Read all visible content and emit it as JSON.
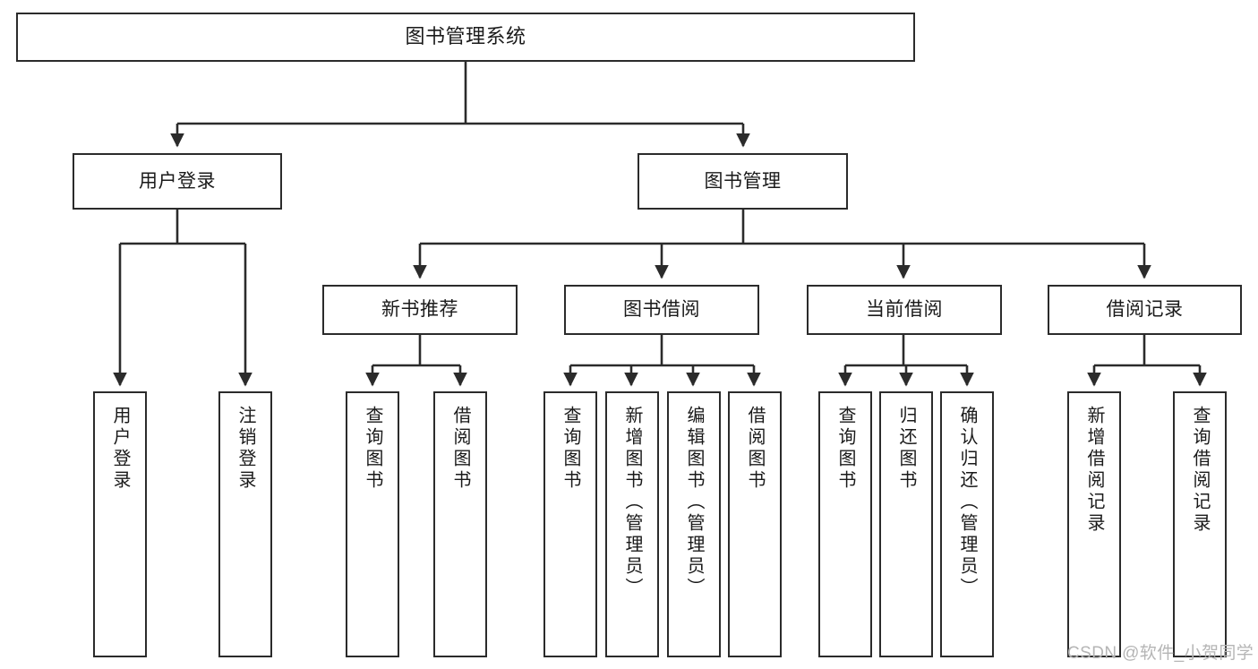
{
  "diagram": {
    "title": "图书管理系统",
    "type": "hierarchy-tree",
    "orientation": "top-down",
    "colors": {
      "stroke": "#2b2b2b",
      "fill": "#ffffff",
      "text": "#1a1a1a",
      "watermark": "#b5b5b5"
    },
    "levels": {
      "root": {
        "label": "图书管理系统"
      },
      "level2": [
        {
          "id": "user-login",
          "label": "用户登录"
        },
        {
          "id": "book-management",
          "label": "图书管理"
        }
      ],
      "level3": [
        {
          "id": "new-book-recommend",
          "label": "新书推荐",
          "parent": "book-management"
        },
        {
          "id": "book-borrow",
          "label": "图书借阅",
          "parent": "book-management"
        },
        {
          "id": "current-borrow",
          "label": "当前借阅",
          "parent": "book-management"
        },
        {
          "id": "borrow-record",
          "label": "借阅记录",
          "parent": "book-management"
        }
      ],
      "leaves": [
        {
          "id": "leaf-user-login",
          "label": "用户登录",
          "parent": "user-login"
        },
        {
          "id": "leaf-logout-login",
          "label": "注销登录",
          "parent": "user-login"
        },
        {
          "id": "leaf-query-book-1",
          "label": "查询图书",
          "parent": "new-book-recommend"
        },
        {
          "id": "leaf-borrow-book-1",
          "label": "借阅图书",
          "parent": "new-book-recommend"
        },
        {
          "id": "leaf-query-book-2",
          "label": "查询图书",
          "parent": "book-borrow"
        },
        {
          "id": "leaf-add-book",
          "label": "新增图书（管理员）",
          "parent": "book-borrow"
        },
        {
          "id": "leaf-edit-book",
          "label": "编辑图书（管理员）",
          "parent": "book-borrow"
        },
        {
          "id": "leaf-borrow-book-2",
          "label": "借阅图书",
          "parent": "book-borrow"
        },
        {
          "id": "leaf-query-book-3",
          "label": "查询图书",
          "parent": "current-borrow"
        },
        {
          "id": "leaf-return-book",
          "label": "归还图书",
          "parent": "current-borrow"
        },
        {
          "id": "leaf-confirm-return",
          "label": "确认归还（管理员）",
          "parent": "current-borrow"
        },
        {
          "id": "leaf-add-record",
          "label": "新增借阅记录",
          "parent": "borrow-record"
        },
        {
          "id": "leaf-query-record",
          "label": "查询借阅记录",
          "parent": "borrow-record"
        }
      ]
    },
    "watermark": "CSDN @软件_小贺同学"
  }
}
